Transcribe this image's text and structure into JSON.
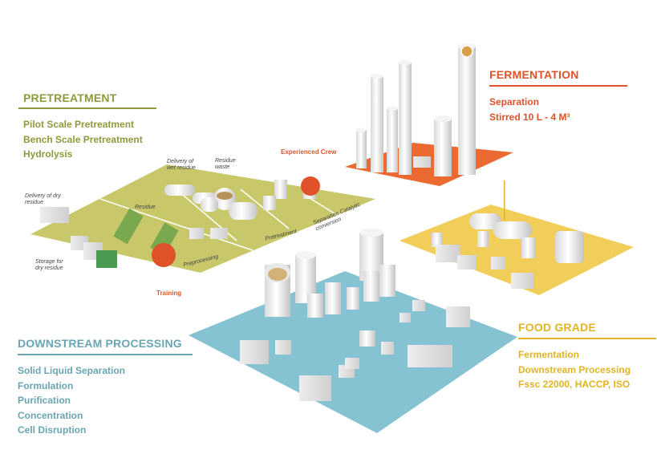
{
  "colors": {
    "pretreatment": "#8f9a3c",
    "fermentation": "#e0522a",
    "food_grade": "#e2b423",
    "downstream": "#6aa5b3",
    "pretreat_ground": "#c8c86a",
    "ferment_ground": "#ea6a32",
    "food_ground": "#f1cd5a",
    "downstream_ground": "#86c3d2"
  },
  "pretreatment": {
    "title": "PRETREATMENT",
    "items": [
      "Pilot Scale Pretreatment",
      "Bench Scale Pretreatment",
      "Hydrolysis"
    ]
  },
  "fermentation": {
    "title": "FERMENTATION",
    "items": [
      "Separation",
      "Stirred 10 L - 4 M³"
    ]
  },
  "food_grade": {
    "title": "FOOD GRADE",
    "items": [
      "Fermentation",
      "Downstream Processing",
      "Fssc 22000, HACCP, ISO"
    ]
  },
  "downstream": {
    "title": "DOWNSTREAM PROCESSING",
    "items": [
      "Solid Liquid Separation",
      "Formulation",
      "Purification",
      "Concentration",
      "Cell Disruption"
    ]
  },
  "scene_labels": {
    "delivery_dry": "Delivery of dry residue",
    "delivery_wet": "Delivery of wet residue",
    "residue_waste": "Residue waste",
    "residue": "Residue",
    "storage_dry": "Storage for dry residue",
    "preprocessing": "Preprocessing",
    "pretreatment_zone": "Pretreatment",
    "separation_catalytic": "Separation Catalytic conversion",
    "experienced_crew": "Experienced Crew",
    "training": "Training"
  }
}
